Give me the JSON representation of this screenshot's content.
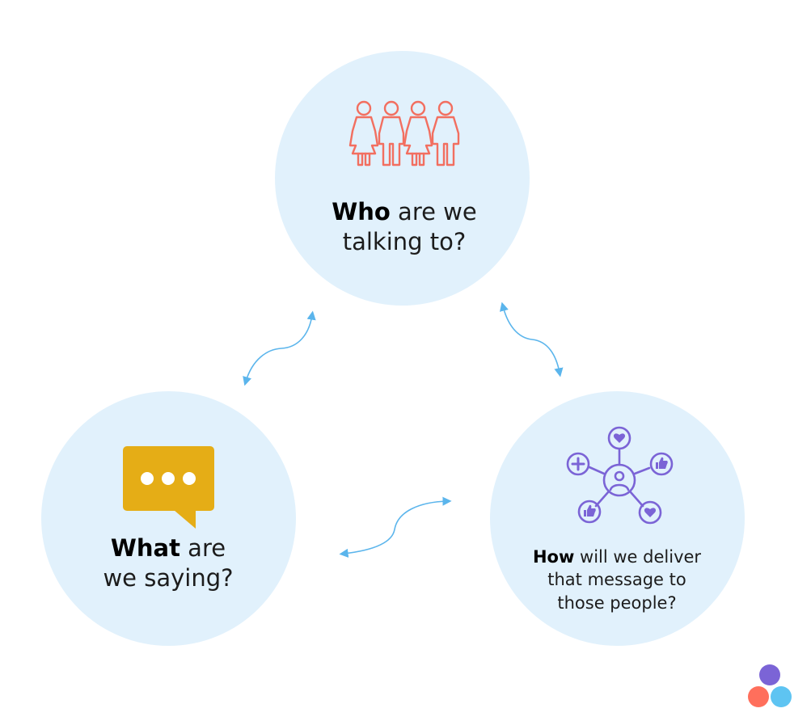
{
  "nodes": {
    "who": {
      "bold": "Who",
      "rest_line1": " are we",
      "line2": "talking to?"
    },
    "what": {
      "bold": "What",
      "rest_line1": " are",
      "line2": "we saying?"
    },
    "how": {
      "bold": "How",
      "rest_line1": " will we deliver",
      "line2": "that message to",
      "line3": "those people?"
    }
  },
  "icons": {
    "who": "group-of-people-icon",
    "what": "speech-bubble-icon",
    "how": "social-network-icon"
  },
  "colors": {
    "circle_fill": "#e1f1fc",
    "people_icon": "#f26f60",
    "chat_bubble": "#e5ad16",
    "network_icon": "#7b64d6",
    "arrow": "#5bb5ec",
    "logo_purple": "#7b64d6",
    "logo_orange": "#ff6f5c",
    "logo_blue": "#5ec4f2"
  }
}
